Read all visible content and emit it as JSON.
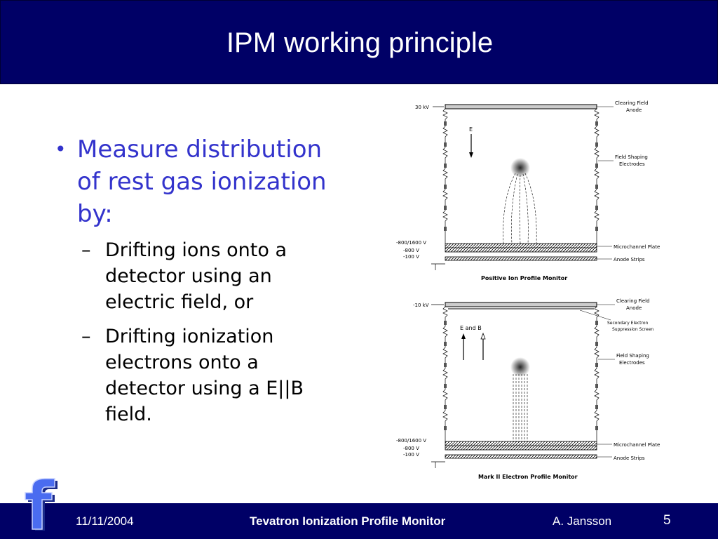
{
  "slide": {
    "title": "IPM working principle",
    "bullet": "Measure distribution of rest gas ionization by:",
    "sub_bullets": [
      "Drifting ions onto a detector using an electric field, or",
      "Drifting ionization electrons onto a detector using a E||B field."
    ]
  },
  "diagram_top": {
    "caption": "Positive Ion Profile Monitor",
    "voltage_top": "30 kV",
    "voltage_mcp": "-800/1600 V",
    "voltage_mid": "-800 V",
    "voltage_bottom": "-100 V",
    "field_label": "E",
    "label_clearing_1": "Clearing Field",
    "label_clearing_2": "Anode",
    "label_shaping_1": "Field Shaping",
    "label_shaping_2": "Electrodes",
    "label_mcp": "Microchannel Plate",
    "label_strips": "Anode Strips"
  },
  "diagram_bottom": {
    "caption": "Mark II Electron Profile Monitor",
    "voltage_top": "-10 kV",
    "voltage_mcp": "-800/1600 V",
    "voltage_mid": "-800 V",
    "voltage_bottom": "-100 V",
    "field_label": "E and B",
    "label_clearing_1": "Clearing Field",
    "label_clearing_2": "Anode",
    "label_secondary_1": "Secondary Electron",
    "label_secondary_2": "Suppression Screen",
    "label_shaping_1": "Field Shaping",
    "label_shaping_2": "Electrodes",
    "label_mcp": "Microchannel Plate",
    "label_strips": "Anode Strips"
  },
  "footer": {
    "date": "11/11/2004",
    "center": "Tevatron Ionization Profile Monitor",
    "author": "A. Jansson",
    "page": "5"
  },
  "logo": {
    "letter": "f",
    "color": "#3b5bdb"
  },
  "colors": {
    "title_bar": "#000066",
    "bullet_text": "#3333cc"
  }
}
